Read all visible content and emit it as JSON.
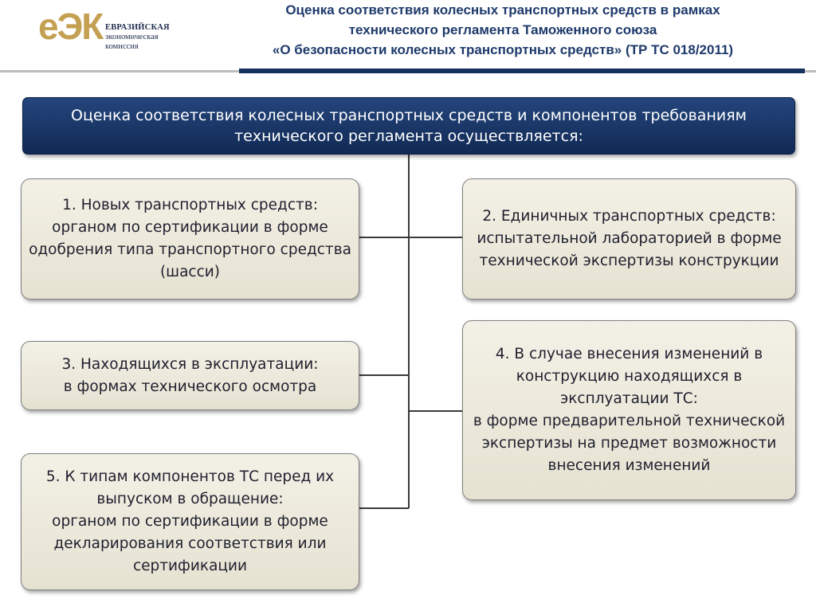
{
  "header": {
    "logo": {
      "mark": "еЭК",
      "line1": "ЕВРАЗИЙСКАЯ",
      "line2": "экономическая",
      "line3": "комиссия"
    },
    "title_lines": [
      "Оценка соответствия колесных транспортных средств в рамках",
      "технического регламента Таможенного союза",
      "«О безопасности колесных транспортных средств» (ТР ТС 018/2011)"
    ]
  },
  "diagram": {
    "top_box": "Оценка соответствия колесных транспортных средств и компонентов  требованиям технического регламента осуществляется:",
    "items": [
      {
        "id": 1,
        "text": "1. Новых транспортных средств:\nорганом по сертификации в форме одобрения типа транспортного средства (шасси)"
      },
      {
        "id": 2,
        "text": "2. Единичных транспортных средств:\nиспытательной лабораторией в форме технической экспертизы конструкции"
      },
      {
        "id": 3,
        "text": "3. Находящихся в эксплуатации:\nв формах технического осмотра"
      },
      {
        "id": 4,
        "text": "4. В случае внесения изменений в конструкцию находящихся в эксплуатации ТС:\nв форме предварительной технической экспертизы на предмет возможности внесения изменений"
      },
      {
        "id": 5,
        "text": "5. К типам компонентов ТС перед их выпуском в обращение:\nорганом по сертификации в форме декларирования соответствия или сертификации"
      }
    ]
  }
}
